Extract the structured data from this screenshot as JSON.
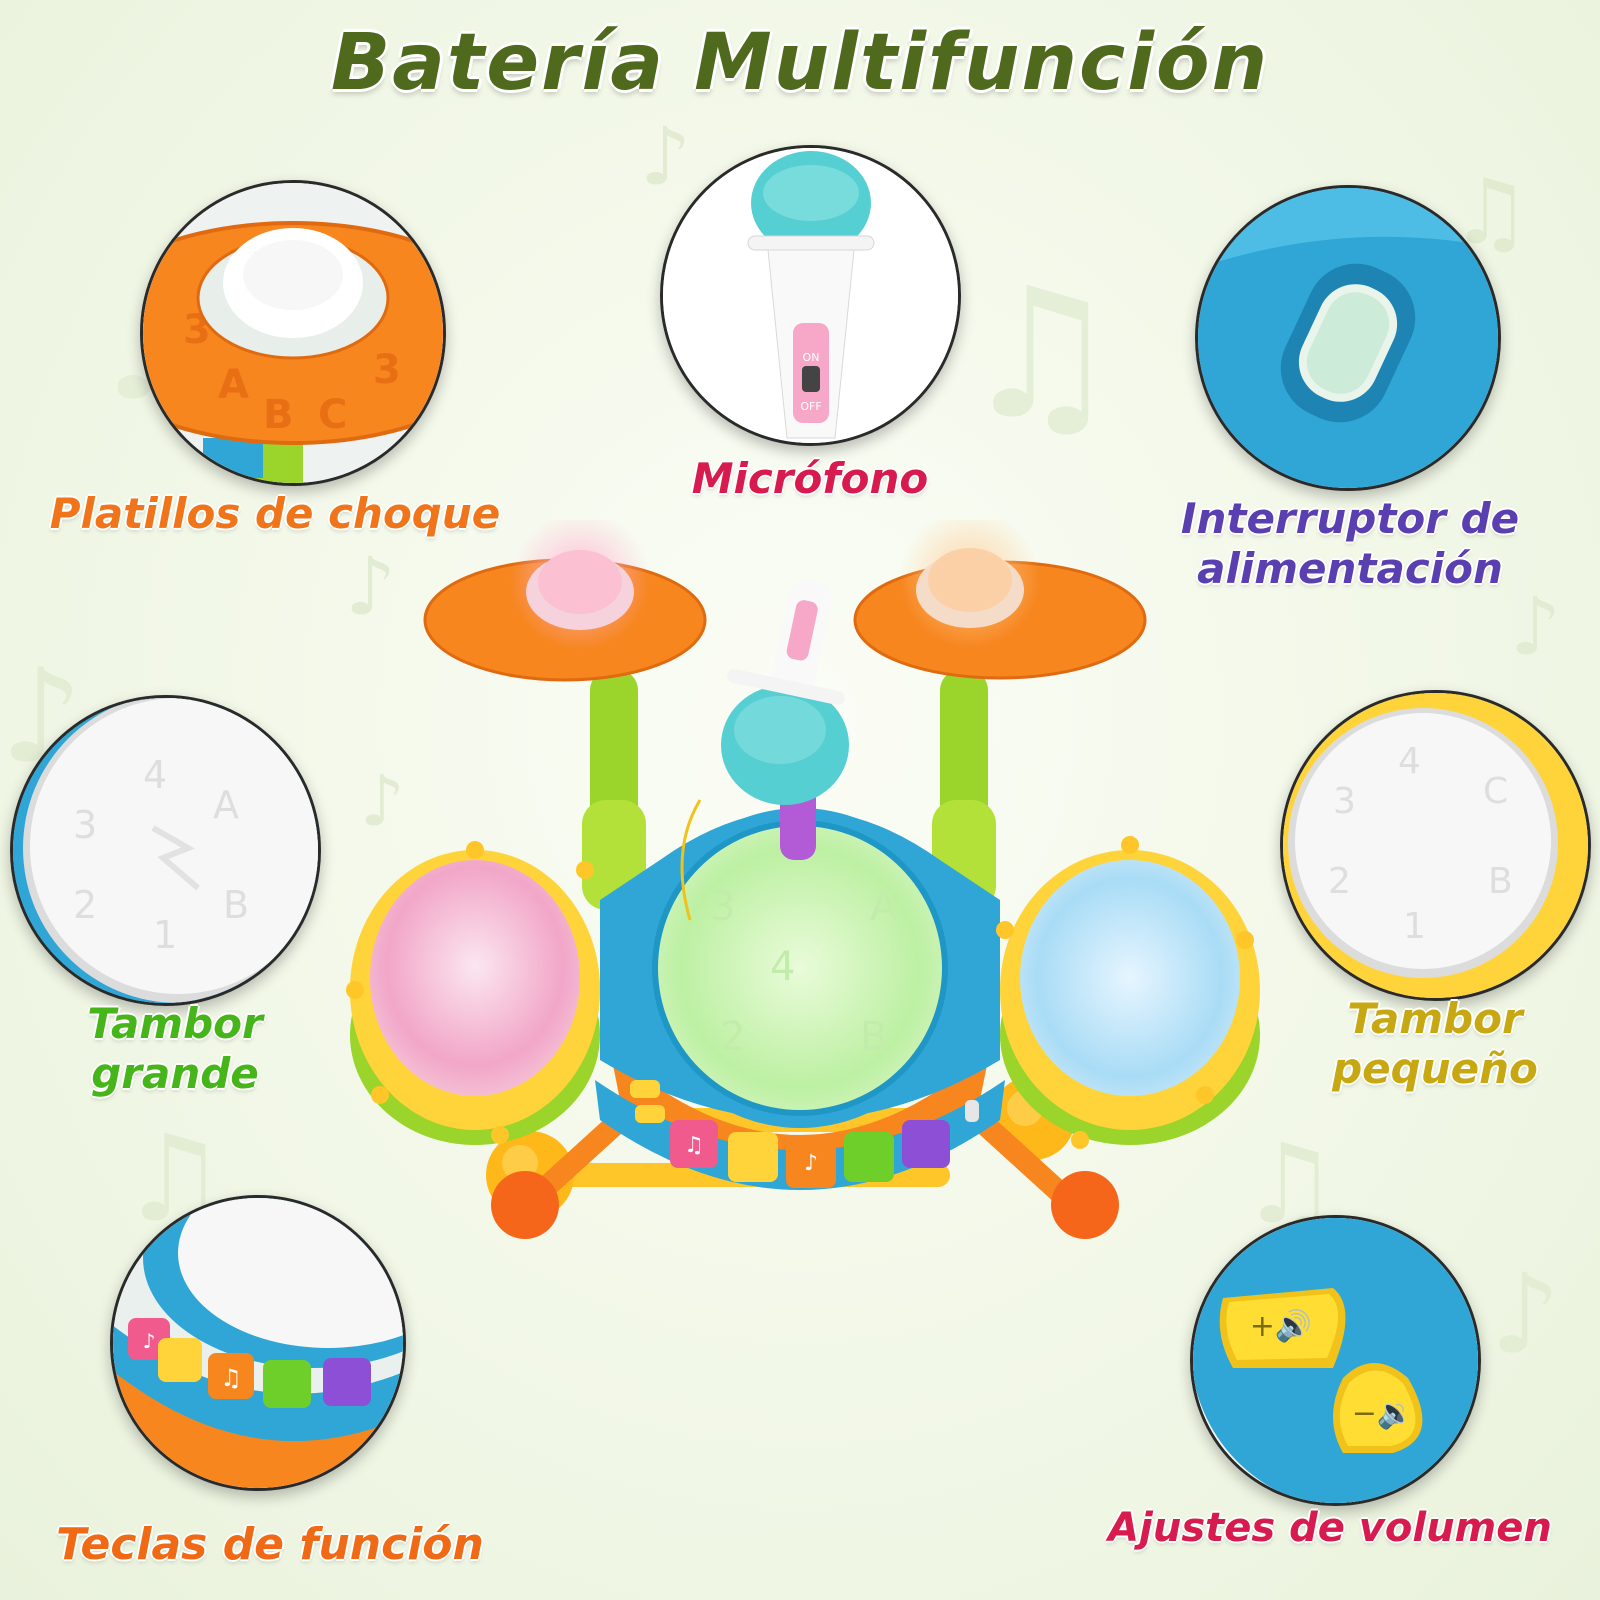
{
  "title": "Batería Multifunción",
  "labels": {
    "crash_cymbals": "Platillos de choque",
    "microphone": "Micrófono",
    "power_switch_line1": "Interruptor de",
    "power_switch_line2": "alimentación",
    "big_drum_line1": "Tambor",
    "big_drum_line2": "grande",
    "small_drum_line1": "Tambor",
    "small_drum_line2": "pequeño",
    "function_keys": "Teclas de función",
    "volume_settings": "Ajustes de volumen"
  },
  "mic_switch": {
    "on": "ON",
    "off": "OFF"
  },
  "colors": {
    "title": "#4f6a1c",
    "crash_cymbals": "#f0741a",
    "microphone": "#d81b4e",
    "power_switch": "#5a3fb0",
    "big_drum": "#46b51a",
    "small_drum": "#c8a812",
    "function_keys": "#f06a16",
    "volume_settings": "#d81b4e",
    "cymbal_orange": "#f7861f",
    "drum_blue": "#2fa6d6",
    "drum_yellow": "#ffd43a",
    "stand_green": "#9bd42a",
    "mic_teal": "#56cfd2"
  },
  "icons": [
    "music-note-icon",
    "volume-up-icon",
    "volume-down-icon"
  ]
}
